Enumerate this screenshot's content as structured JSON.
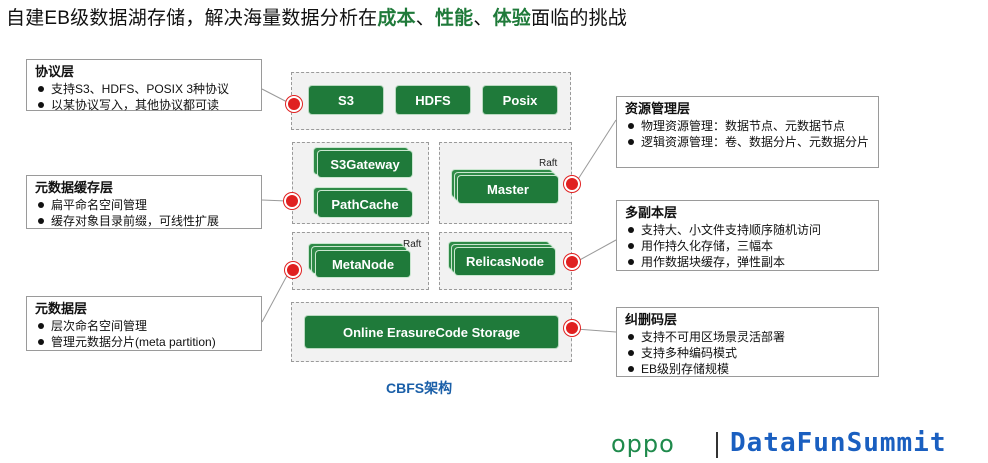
{
  "title": {
    "prefix": "自建EB级数据湖存储，解决海量数据分析在",
    "hl1": "成本",
    "sep1": "、",
    "hl2": "性能",
    "sep2": "、",
    "hl3": "体验",
    "suffix": "面临的挑战"
  },
  "components": {
    "s3": "S3",
    "hdfs": "HDFS",
    "posix": "Posix",
    "s3gateway": "S3Gateway",
    "pathcache": "PathCache",
    "master": "Master",
    "metanode": "MetaNode",
    "relicasnode": "RelicasNode",
    "ec_storage": "Online ErasureCode Storage",
    "raft_master": "Raft",
    "raft_meta": "Raft"
  },
  "notes": {
    "protocol": {
      "title": "协议层",
      "items": [
        "支持S3、HDFS、POSIX 3种协议",
        "以某协议写入，其他协议都可读"
      ]
    },
    "meta_cache": {
      "title": "元数据缓存层",
      "items": [
        "扁平命名空间管理",
        "缓存对象目录前缀，可线性扩展"
      ]
    },
    "meta": {
      "title": "元数据层",
      "items": [
        "层次命名空间管理",
        "管理元数据分片(meta partition)"
      ]
    },
    "resource": {
      "title": "资源管理层",
      "items": [
        "物理资源管理：数据节点、元数据节点",
        "逻辑资源管理：卷、数据分片、元数据分片"
      ]
    },
    "replica": {
      "title": "多副本层",
      "items": [
        "支持大、小文件支持顺序随机访问",
        "用作持久化存储，三幅本",
        "用作数据块缓存，弹性副本"
      ]
    },
    "ec": {
      "title": "纠删码层",
      "items": [
        "支持不可用区场景灵活部署",
        "支持多种编码模式",
        "EB级别存储规模"
      ]
    }
  },
  "caption": "CBFS架构",
  "footer": {
    "oppo": "oppo",
    "brand": "DataFunSummit"
  },
  "colors": {
    "green": "#1f7a3a",
    "red": "#e02020",
    "blue": "#1a5fc0"
  }
}
